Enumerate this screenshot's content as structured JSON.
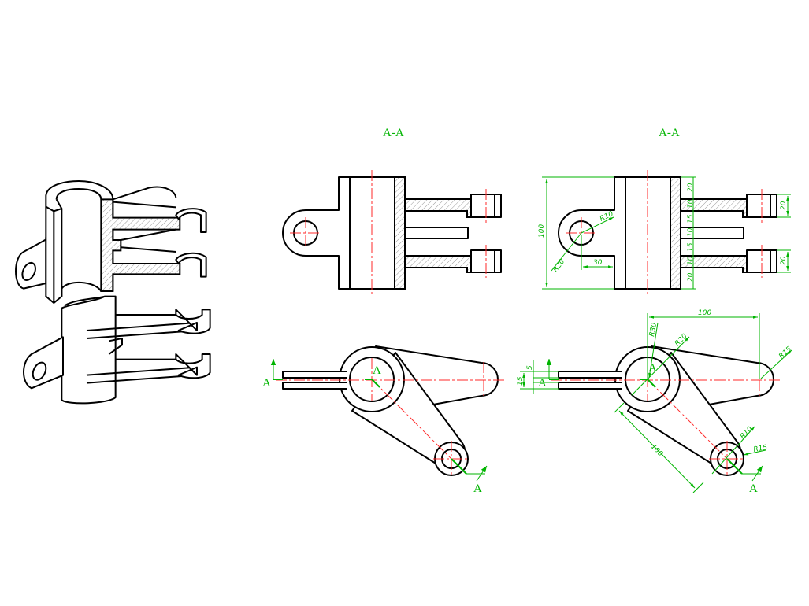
{
  "titles": {
    "section_middle": "A-A",
    "section_right": "A-A"
  },
  "cut_labels": {
    "middle_left": "A",
    "middle_hub": "A",
    "middle_bottom": "A",
    "right_left": "A",
    "right_hub": "A",
    "right_bottom": "A"
  },
  "front_dims": {
    "overall_height": "100",
    "lug_hole_radius": "R10",
    "lug_outer_radius": "R20",
    "lug_offset": "30",
    "stack": [
      "20",
      "10",
      "15",
      "10",
      "15",
      "10",
      "20"
    ],
    "boss_top": "20",
    "boss_bottom": "20"
  },
  "top_dims": {
    "hub_outer_radius": "R30",
    "hub_inner_radius": "R20",
    "arm_end_radius": "R15",
    "horizontal_length": "100",
    "diagonal_length": "100",
    "boss_inner_radius": "R10",
    "boss_outer_radius": "R15",
    "slot_width": "5",
    "slot_height": "15"
  },
  "colors": {
    "outline": "#000000",
    "dimension": "#00b400",
    "centerline": "#ff2a2a"
  }
}
